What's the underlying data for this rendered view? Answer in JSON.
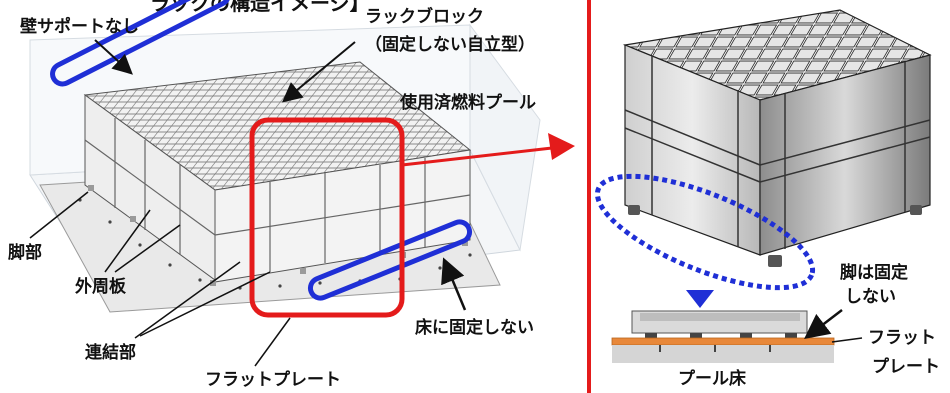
{
  "title_fragment": "ラックの構造イメージ】",
  "labels": {
    "wall_support": "壁サポートなし",
    "rack_block_line1": "ラックブロック",
    "rack_block_line2": "（固定しない自立型）",
    "spent_fuel_pool": "使用済燃料プール",
    "legs": "脚部",
    "outer_plate": "外周板",
    "connecting_part": "連結部",
    "flat_plate": "フラットプレート",
    "not_fixed_to_floor": "床に固定しない",
    "legs_not_fixed_line1": "脚は固定",
    "legs_not_fixed_line2": "しない",
    "flat_plate_right_line1": "フラット",
    "flat_plate_right_line2": "プレート",
    "pool_floor": "プール床"
  },
  "colors": {
    "highlight_red": "#e41b1b",
    "highlight_blue": "#1f2fd6",
    "plate_orange": "#e8883a"
  }
}
